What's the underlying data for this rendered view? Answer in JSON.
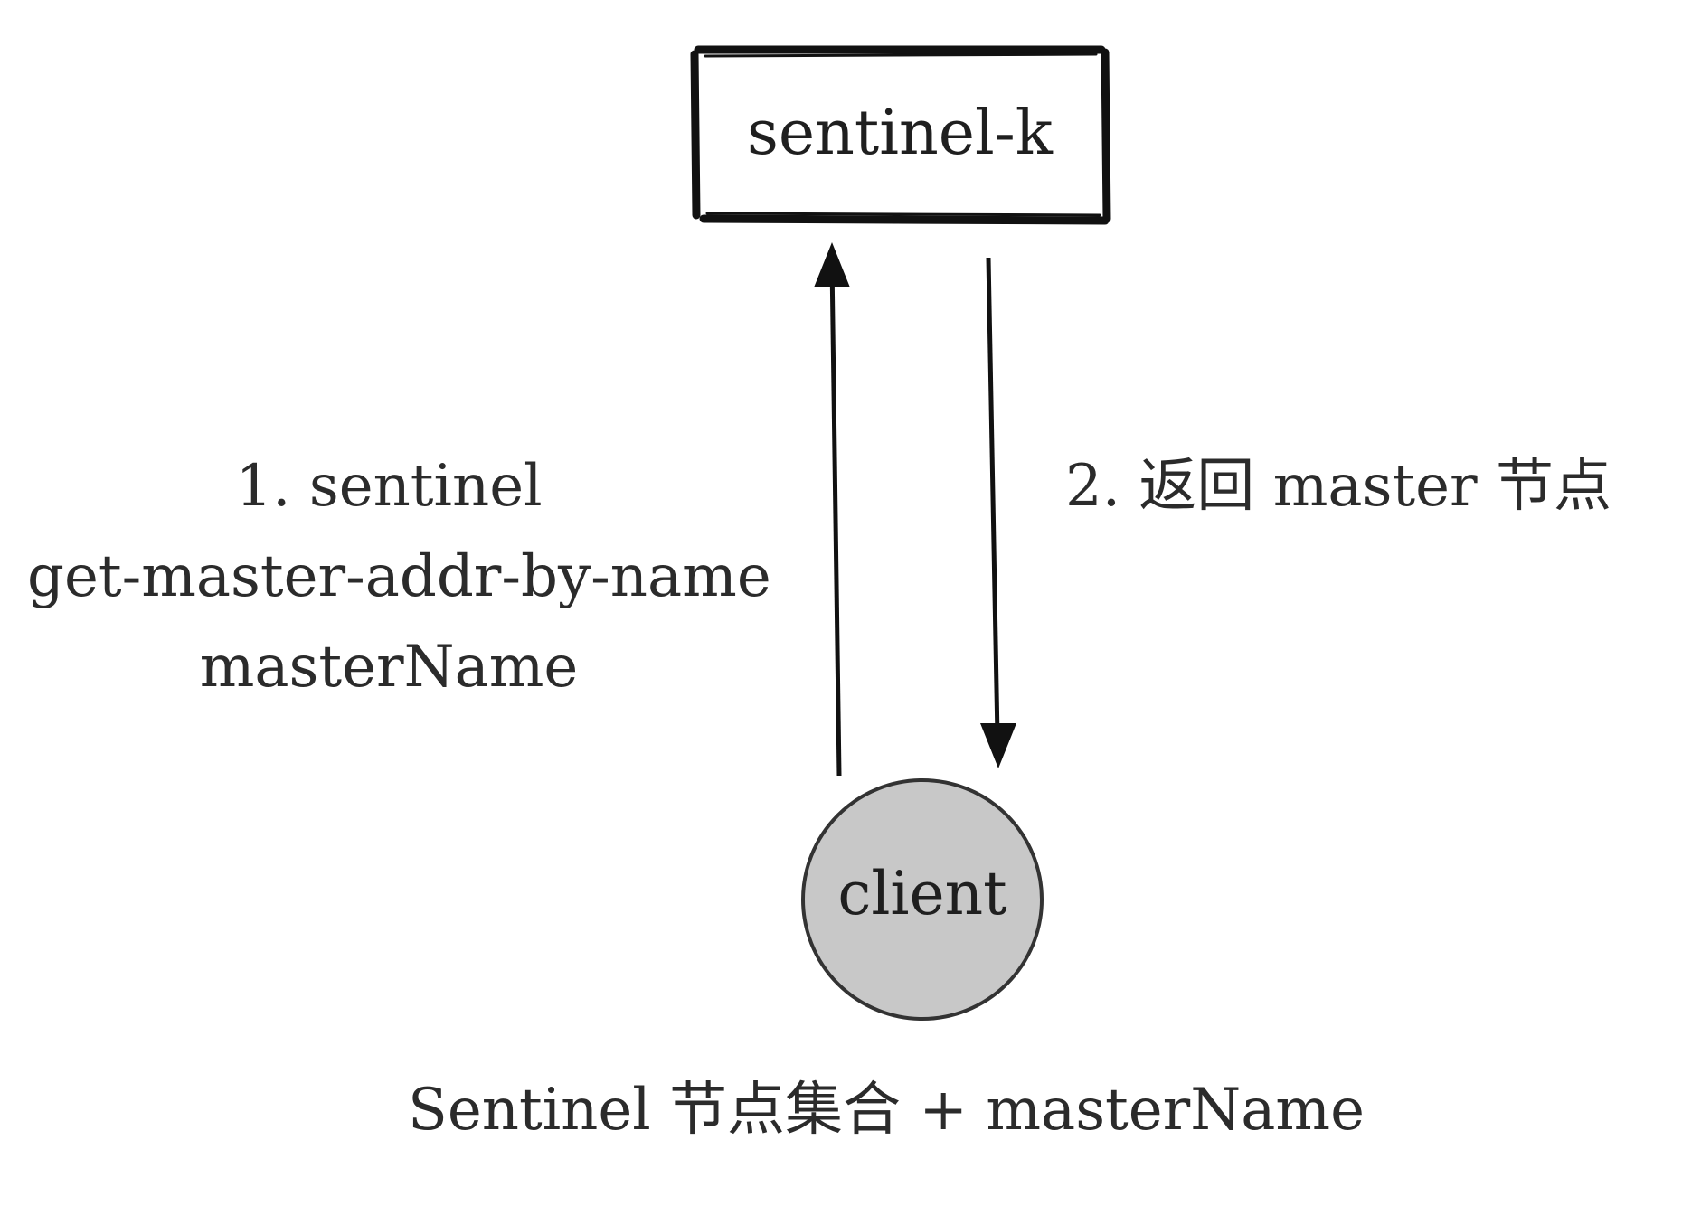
{
  "nodes": {
    "sentinel": {
      "label": "sentinel-k"
    },
    "client": {
      "label": "client",
      "fill": "#c8c8c8"
    }
  },
  "edges": {
    "request": {
      "line1": "1. sentinel",
      "line2": "get-master-addr-by-name",
      "line3": "masterName"
    },
    "response": {
      "label": "2. 返回 master 节点"
    }
  },
  "caption": "Sentinel 节点集合 + masterName",
  "colors": {
    "stroke": "#111111",
    "text": "#2b2b2b",
    "client_fill": "#c8c8c8"
  }
}
